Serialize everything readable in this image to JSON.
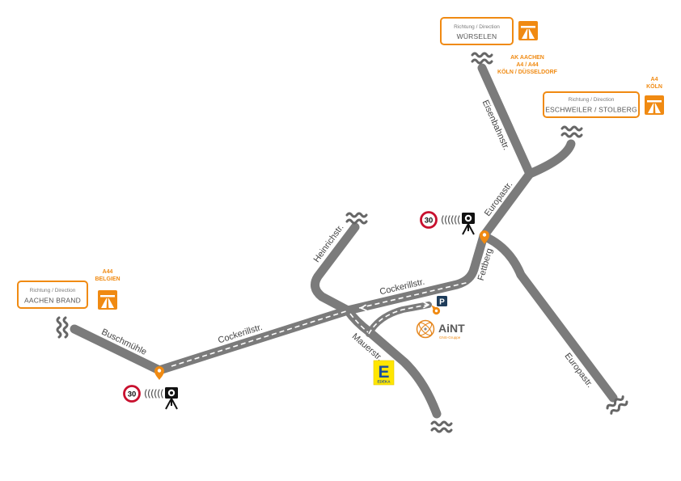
{
  "colors": {
    "road": "#7b7b7b",
    "accent": "#f08a12",
    "street_text": "#444444",
    "speed_ring": "#c8102e",
    "parking": "#1e3c5a",
    "edeka_yellow": "#ffe600",
    "edeka_blue": "#1b4f9c"
  },
  "signs": {
    "wuerselen": {
      "top": "Richtung / Direction",
      "main": "WÜRSELEN",
      "route": [
        "AK AACHEN",
        "A4 / A44",
        "KÖLN / DÜSSELDORF"
      ]
    },
    "eschweiler": {
      "top": "Richtung / Direction",
      "main": "ESCHWEILER / STOLBERG",
      "route": [
        "A4",
        "KÖLN"
      ]
    },
    "aachen_brand": {
      "top": "Richtung / Direction",
      "main": "AACHEN BRAND",
      "route": [
        "A44",
        "BELGIEN"
      ]
    }
  },
  "streets": {
    "buschmuehle": "Buschmühle",
    "cockerill_west": "Cockerillstr.",
    "cockerill_east": "Cockerillstr.",
    "heinrich": "Heinrichstr.",
    "mauer": "Mauerstr.",
    "fettberg": "Fettberg",
    "europa_north": "Europastr.",
    "europa_south": "Europastr.",
    "eisenbahn": "Eisenbahnstr."
  },
  "speed_cameras": [
    {
      "limit": "30"
    },
    {
      "limit": "30"
    }
  ],
  "parking": {
    "label": "P"
  },
  "landmarks": {
    "aint": {
      "name": "AiNT",
      "subtitle": "GNS-Gruppe"
    },
    "edeka": {
      "letter": "E",
      "name": "EDEKA"
    }
  },
  "icons": [
    "motorway-icon",
    "speed-limit-icon",
    "speed-camera-icon",
    "location-pin-icon",
    "parking-icon",
    "road-continues-icon",
    "aint-logo-icon",
    "edeka-logo-icon"
  ]
}
